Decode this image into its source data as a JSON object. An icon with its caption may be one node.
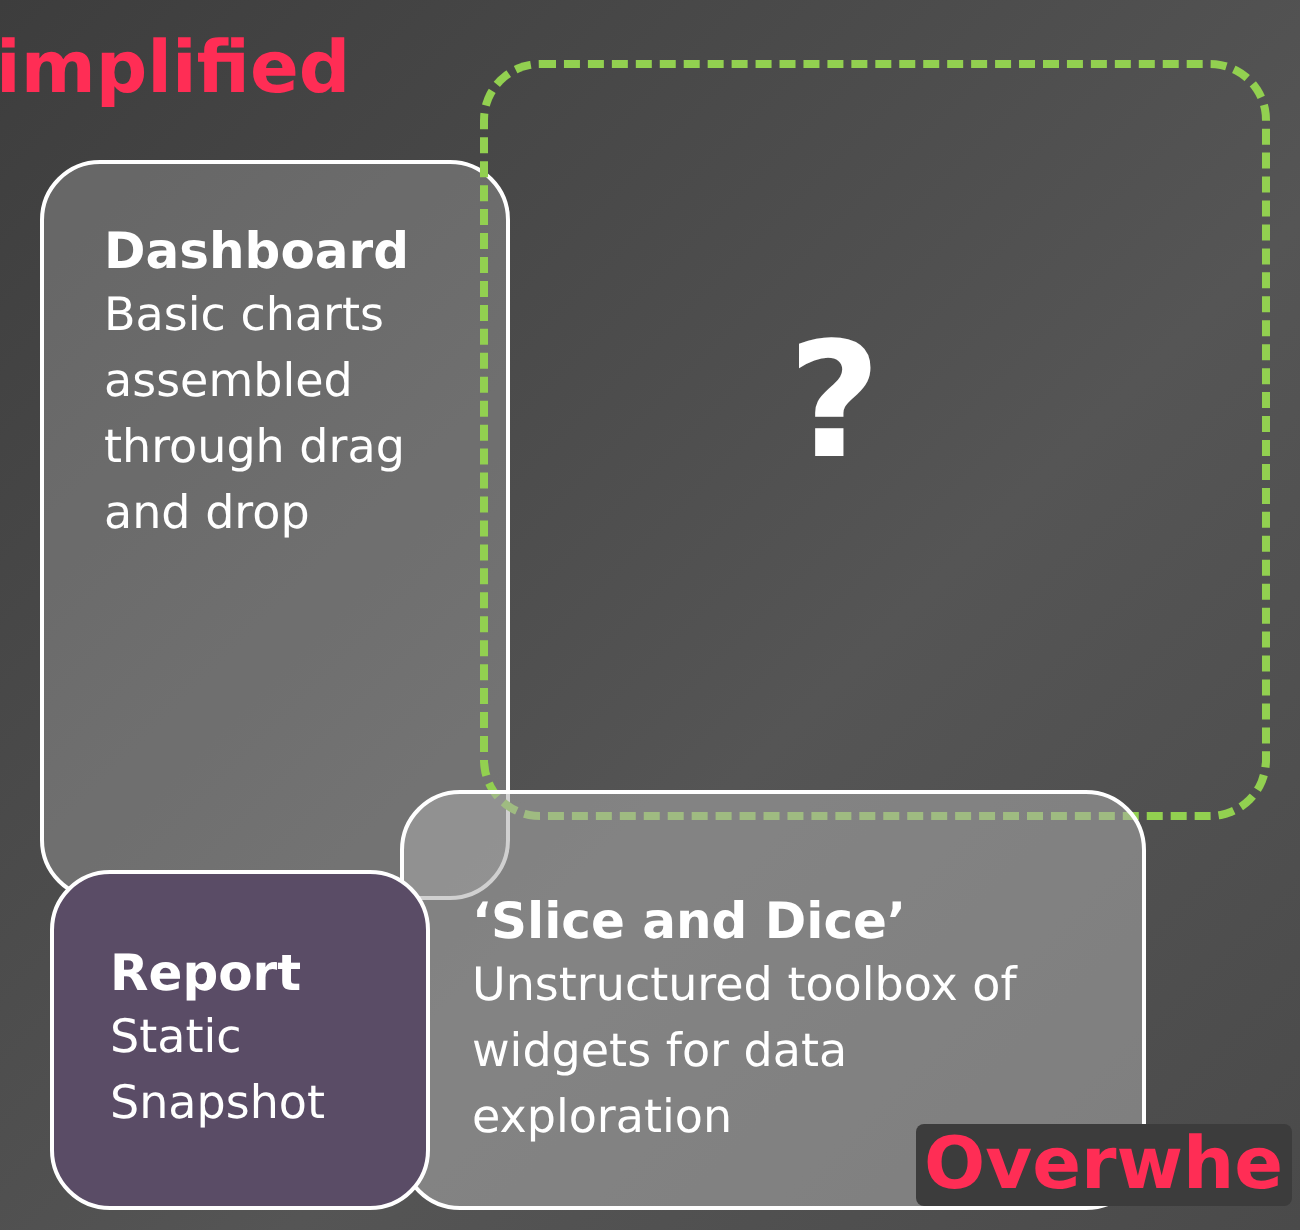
{
  "diagram": {
    "nodes": [
      {
        "text": [
          "Dashboard",
          "Basic charts assembled through drag and drop"
        ]
      },
      {
        "text": [
          "?"
        ]
      },
      {
        "text": [
          "‘Slice and Dice’",
          "Unstructured toolbox of widgets for data exploration"
        ]
      },
      {
        "text": [
          "Report",
          "Static Snapshot"
        ]
      }
    ],
    "edges": [],
    "labels": [
      "implified",
      "Overwhe"
    ]
  }
}
